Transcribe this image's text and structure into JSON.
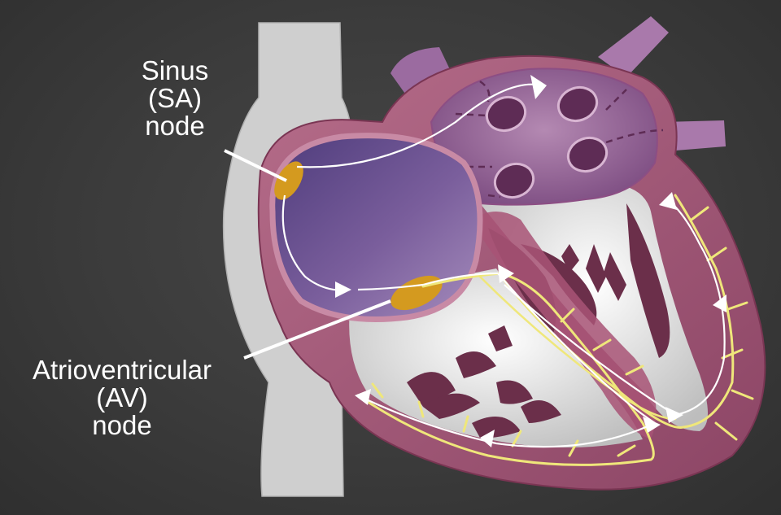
{
  "labels": {
    "sa_node": [
      "Sinus",
      "(SA)",
      "node"
    ],
    "av_node": [
      "Atrioventricular",
      "(AV)",
      "node"
    ]
  },
  "colors": {
    "background": "#3a3a3a",
    "heart_wall": "#b35d7e",
    "atrium_fill": "#6e5491",
    "ventricle_muscle": "#6b2f4a",
    "node": "#d49a1f",
    "conduction_fibers": "#efe77a",
    "signal_path": "#ffffff",
    "vessel": "#d0d0d0"
  }
}
